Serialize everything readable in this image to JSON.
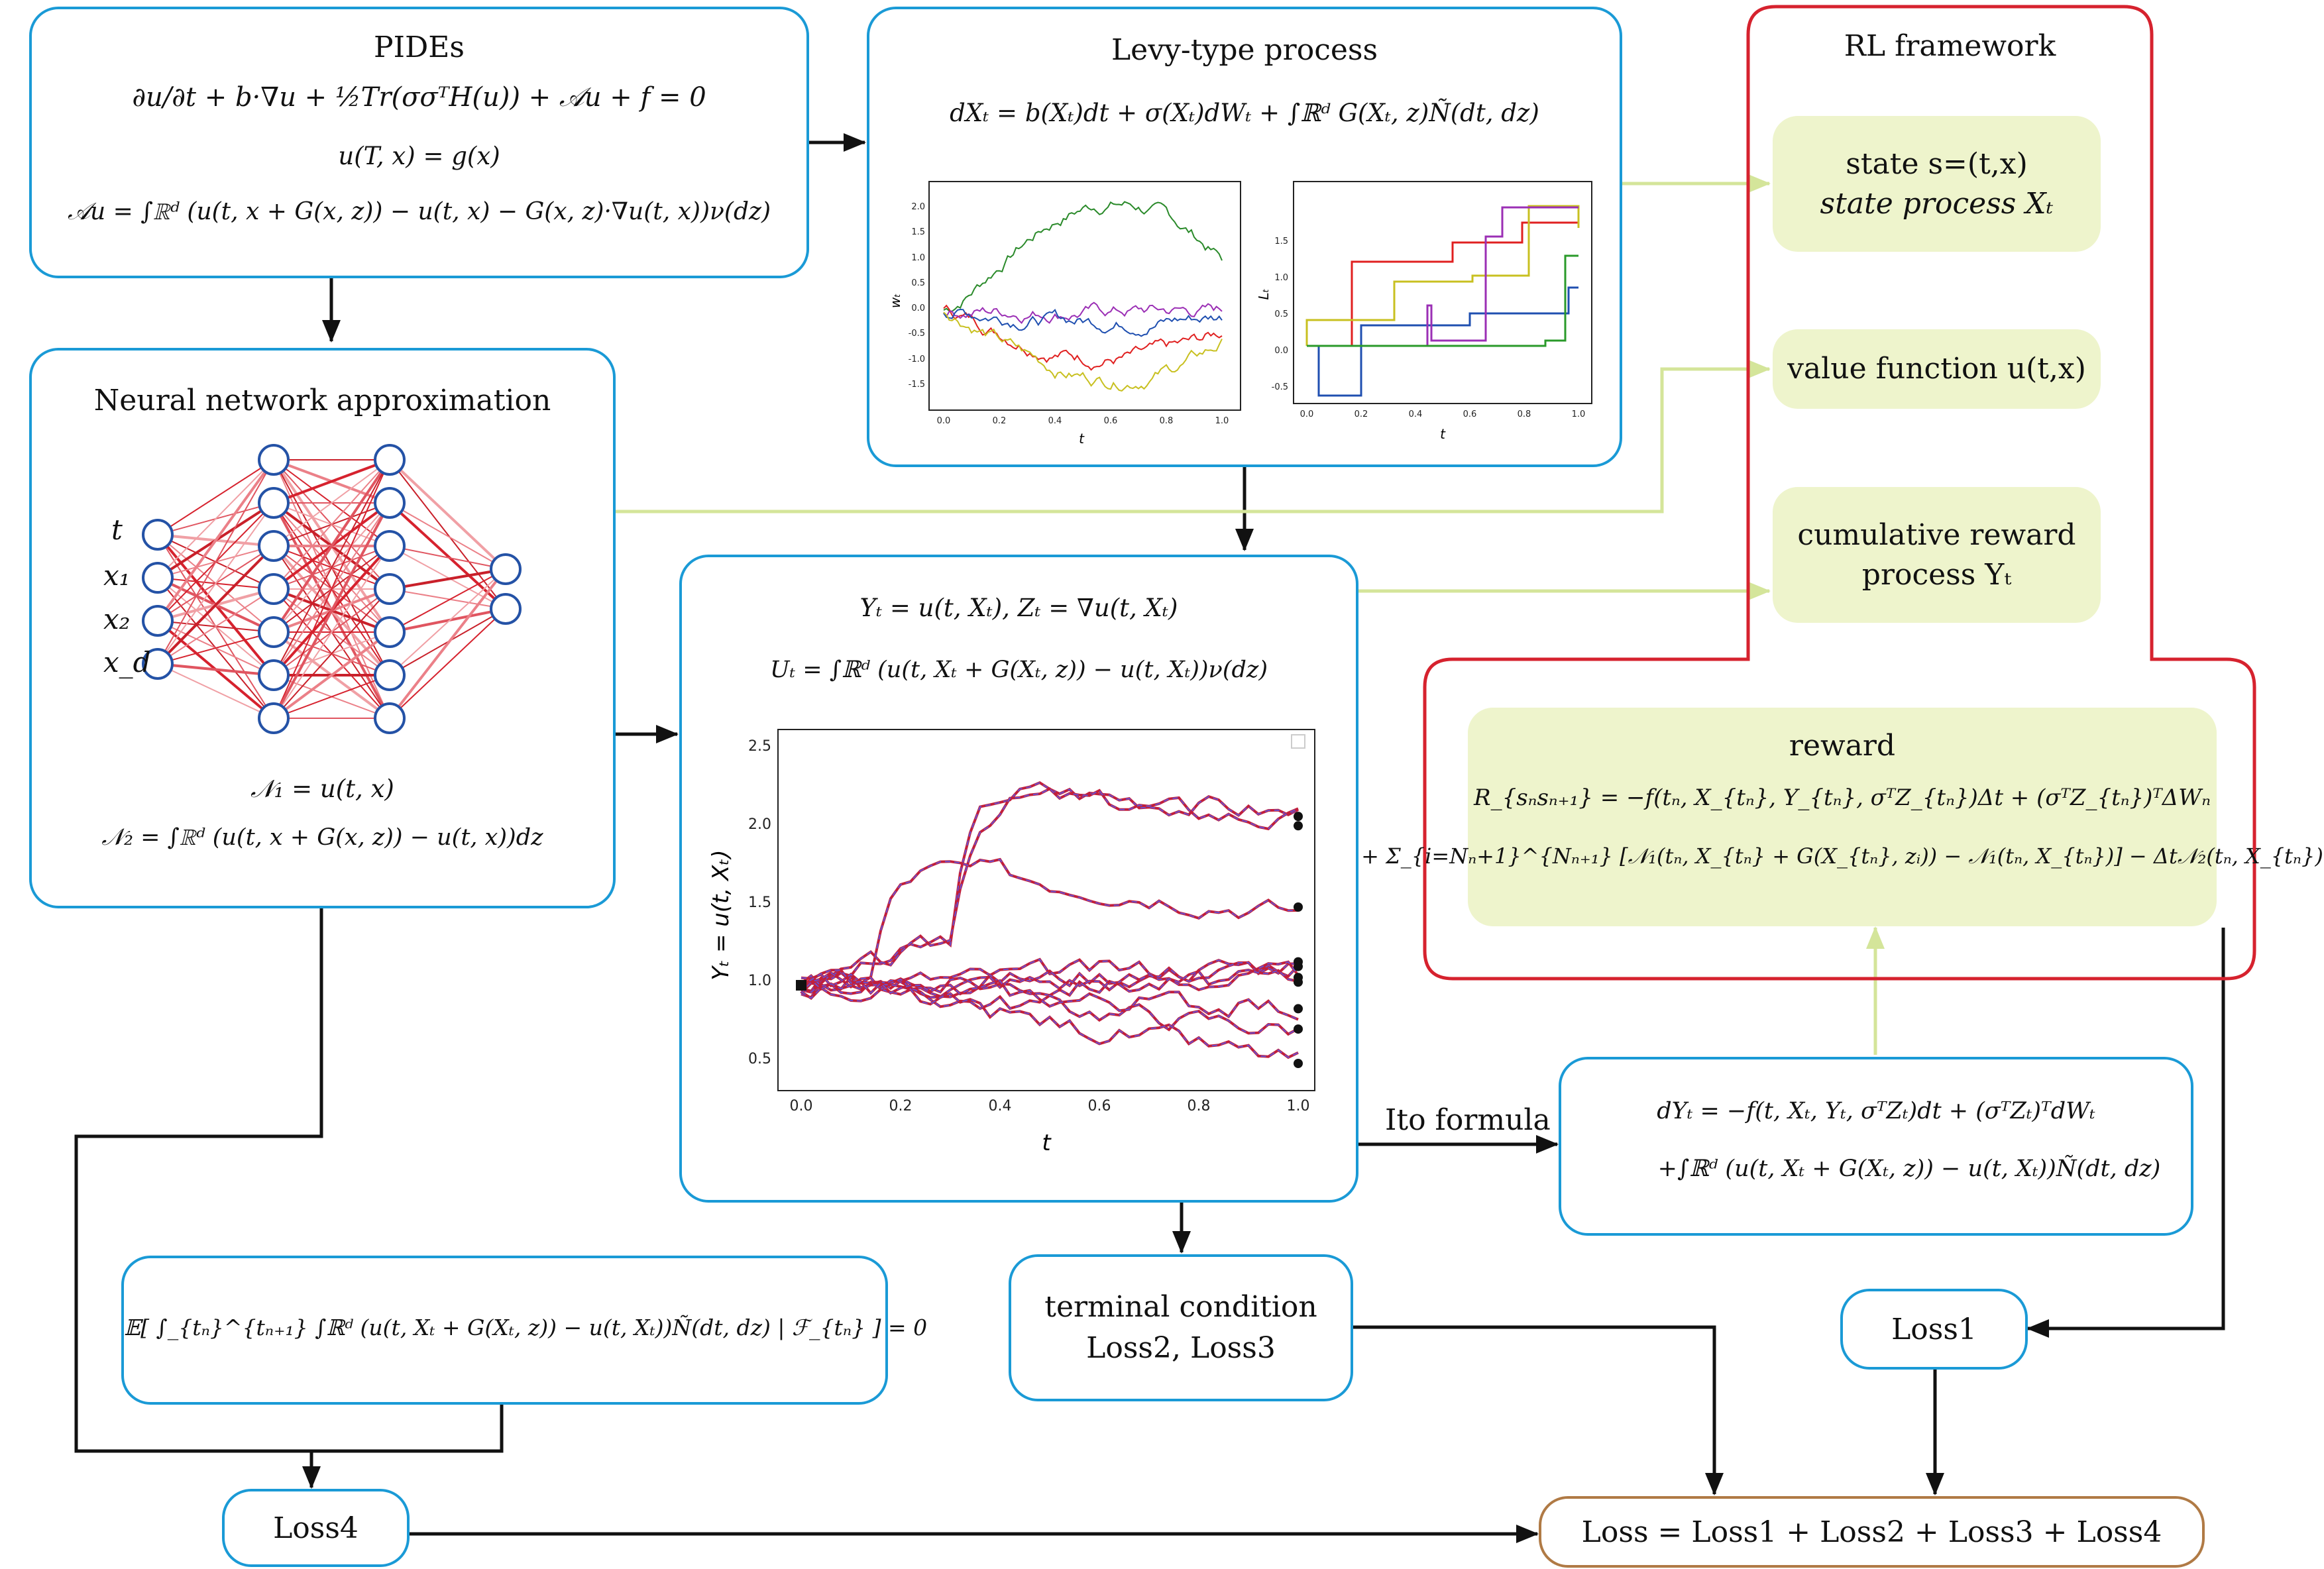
{
  "pides": {
    "title": "PIDEs",
    "eq1": "∂u/∂t + b·∇u + ½Tr(σσᵀH(u)) + 𝒜u + f = 0",
    "eq2": "u(T, x) = g(x)",
    "eq3": "𝒜u = ∫ℝᵈ (u(t, x + G(x, z)) − u(t, x) − G(x, z)·∇u(t, x))ν(dz)"
  },
  "levy": {
    "title": "Levy-type process",
    "eq": "dXₜ = b(Xₜ)dt + σ(Xₜ)dWₜ + ∫ℝᵈ G(Xₜ, z)Ñ(dt, dz)",
    "plot_w": {
      "ylabel": "wₜ",
      "xlabel": "t",
      "yticks": [
        "2.0",
        "1.5",
        "1.0",
        "0.5",
        "0.0",
        "-0.5",
        "-1.0",
        "-1.5"
      ],
      "xticks": [
        "0.0",
        "0.2",
        "0.4",
        "0.6",
        "0.8",
        "1.0"
      ]
    },
    "plot_l": {
      "ylabel": "Lₜ",
      "xlabel": "t",
      "yticks": [
        "1.5",
        "1.0",
        "0.5",
        "0.0",
        "-0.5"
      ],
      "xticks": [
        "0.0",
        "0.2",
        "0.4",
        "0.6",
        "0.8",
        "1.0"
      ]
    }
  },
  "rl": {
    "title": "RL framework",
    "state_line1": "state s=(t,x)",
    "state_line2": "state process Xₜ",
    "value": "value function u(t,x)",
    "cum_line1": "cumulative reward",
    "cum_line2": "process Yₜ"
  },
  "nn": {
    "title": "Neural network approximation",
    "inputs": [
      "t",
      "x₁",
      "x₂",
      "x_d"
    ],
    "eq1": "𝒩₁ = u(t, x)",
    "eq2": "𝒩₂ = ∫ℝᵈ (u(t, x + G(x, z)) − u(t, x))dz"
  },
  "center": {
    "eq1": "Yₜ = u(t, Xₜ),     Zₜ = ∇u(t, Xₜ)",
    "eq2": "Uₜ = ∫ℝᵈ (u(t, Xₜ + G(Xₜ, z)) − u(t, Xₜ))ν(dz)",
    "plot": {
      "ylabel": "Yₜ = u(t, Xₜ)",
      "xlabel": "t",
      "yticks": [
        "2.5",
        "2.0",
        "1.5",
        "1.0",
        "0.5"
      ],
      "xticks": [
        "0.0",
        "0.2",
        "0.4",
        "0.6",
        "0.8",
        "1.0"
      ]
    }
  },
  "reward": {
    "title": "reward",
    "eq1": "R_{sₙsₙ₊₁} = −f(tₙ, X_{tₙ}, Y_{tₙ}, σᵀZ_{tₙ})Δt + (σᵀZ_{tₙ})ᵀΔWₙ",
    "eq2": "+ Σ_{i=Nₙ+1}^{Nₙ₊₁} [𝒩₁(tₙ, X_{tₙ} + G(X_{tₙ}, zᵢ)) − 𝒩₁(tₙ, X_{tₙ})] − Δt𝒩₂(tₙ, X_{tₙ})"
  },
  "ito": {
    "label": "Ito formula",
    "eq1": "dYₜ = −f(t, Xₜ, Yₜ, σᵀZₜ)dt + (σᵀZₜ)ᵀdWₜ",
    "eq2": "+∫ℝᵈ (u(t, Xₜ + G(Xₜ, z)) − u(t, Xₜ))Ñ(dt, dz)"
  },
  "martingale": {
    "eq": "𝔼[ ∫_{tₙ}^{tₙ₊₁} ∫ℝᵈ (u(t, Xₜ + G(Xₜ, z)) − u(t, Xₜ))Ñ(dt, dz) | ℱ_{tₙ} ] = 0"
  },
  "terminal": {
    "line1": "terminal condition",
    "line2": "Loss2, Loss3"
  },
  "loss1": "Loss1",
  "loss4": "Loss4",
  "loss_total": "Loss = Loss1 + Loss2 + Loss3 + Loss4",
  "colors": {
    "blue_border": "#1a9ad6",
    "red_border": "#d6222e",
    "brown_border": "#b07a45",
    "yellow_fill": "#eef4cc",
    "green_arrow": "#d4e59a"
  }
}
